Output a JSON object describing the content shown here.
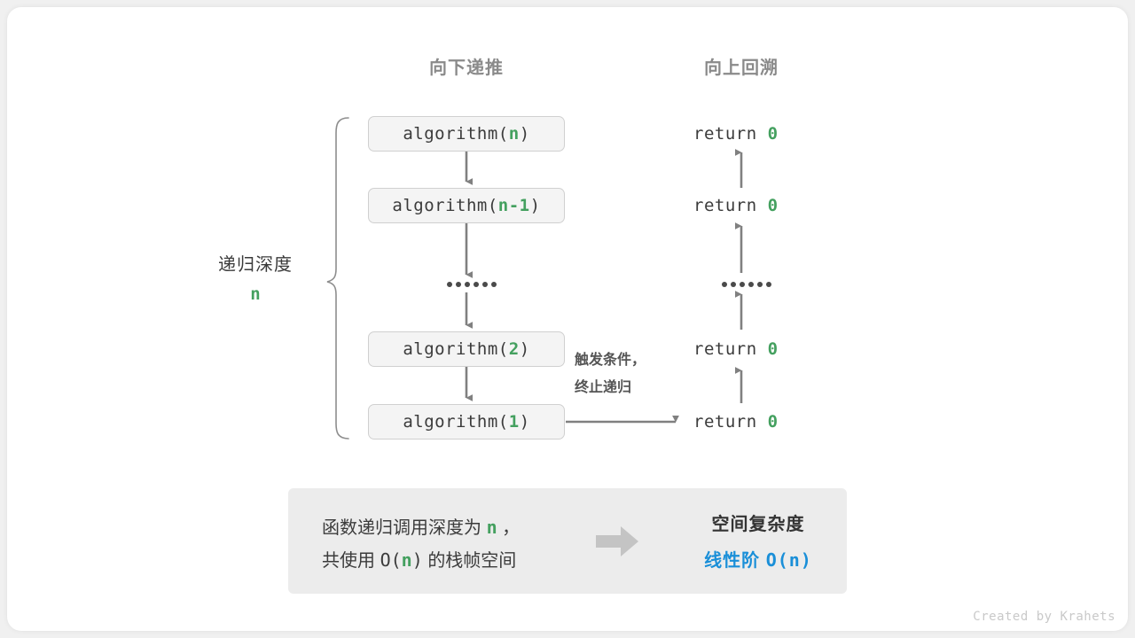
{
  "figure": {
    "title_down": "向下递推",
    "title_up": "向上回溯",
    "credit": "Created by Krahets"
  },
  "depth_bracket": {
    "label": "递归深度",
    "value": "n"
  },
  "call_stack": [
    {
      "prefix": "algorithm(",
      "arg": "n",
      "suffix": ")"
    },
    {
      "prefix": "algorithm(",
      "arg": "n-1",
      "suffix": ")"
    },
    {
      "prefix": "algorithm(",
      "arg": "2",
      "suffix": ")"
    },
    {
      "prefix": "algorithm(",
      "arg": "1",
      "suffix": ")"
    }
  ],
  "returns": [
    {
      "keyword": "return",
      "value": "0"
    },
    {
      "keyword": "return",
      "value": "0"
    },
    {
      "keyword": "return",
      "value": "0"
    },
    {
      "keyword": "return",
      "value": "0"
    }
  ],
  "ellipsis_dot_count": 6,
  "termination_note": {
    "line1": "触发条件，",
    "line2": "终止递归"
  },
  "summary": {
    "left_line1_a": "函数递归调用深度为",
    "left_line1_n": "n",
    "left_line1_b": "，",
    "left_line2_a": "共使用",
    "left_line2_big_o_open": "O(",
    "left_line2_n": "n",
    "left_line2_big_o_close": ")",
    "left_line2_b": "的栈帧空间",
    "right_title": "空间复杂度",
    "right_order": "线性阶",
    "right_notation": "O(n)",
    "arrow_icon": "right-arrow-icon"
  },
  "colors": {
    "green": "#44a05f",
    "blue": "#1a8fd8",
    "gray_text": "#3b3b3b",
    "header_gray": "#8a8a8a",
    "box_fill": "#f4f4f4",
    "panel_fill": "#ececec",
    "arrow_gray": "#808080"
  }
}
